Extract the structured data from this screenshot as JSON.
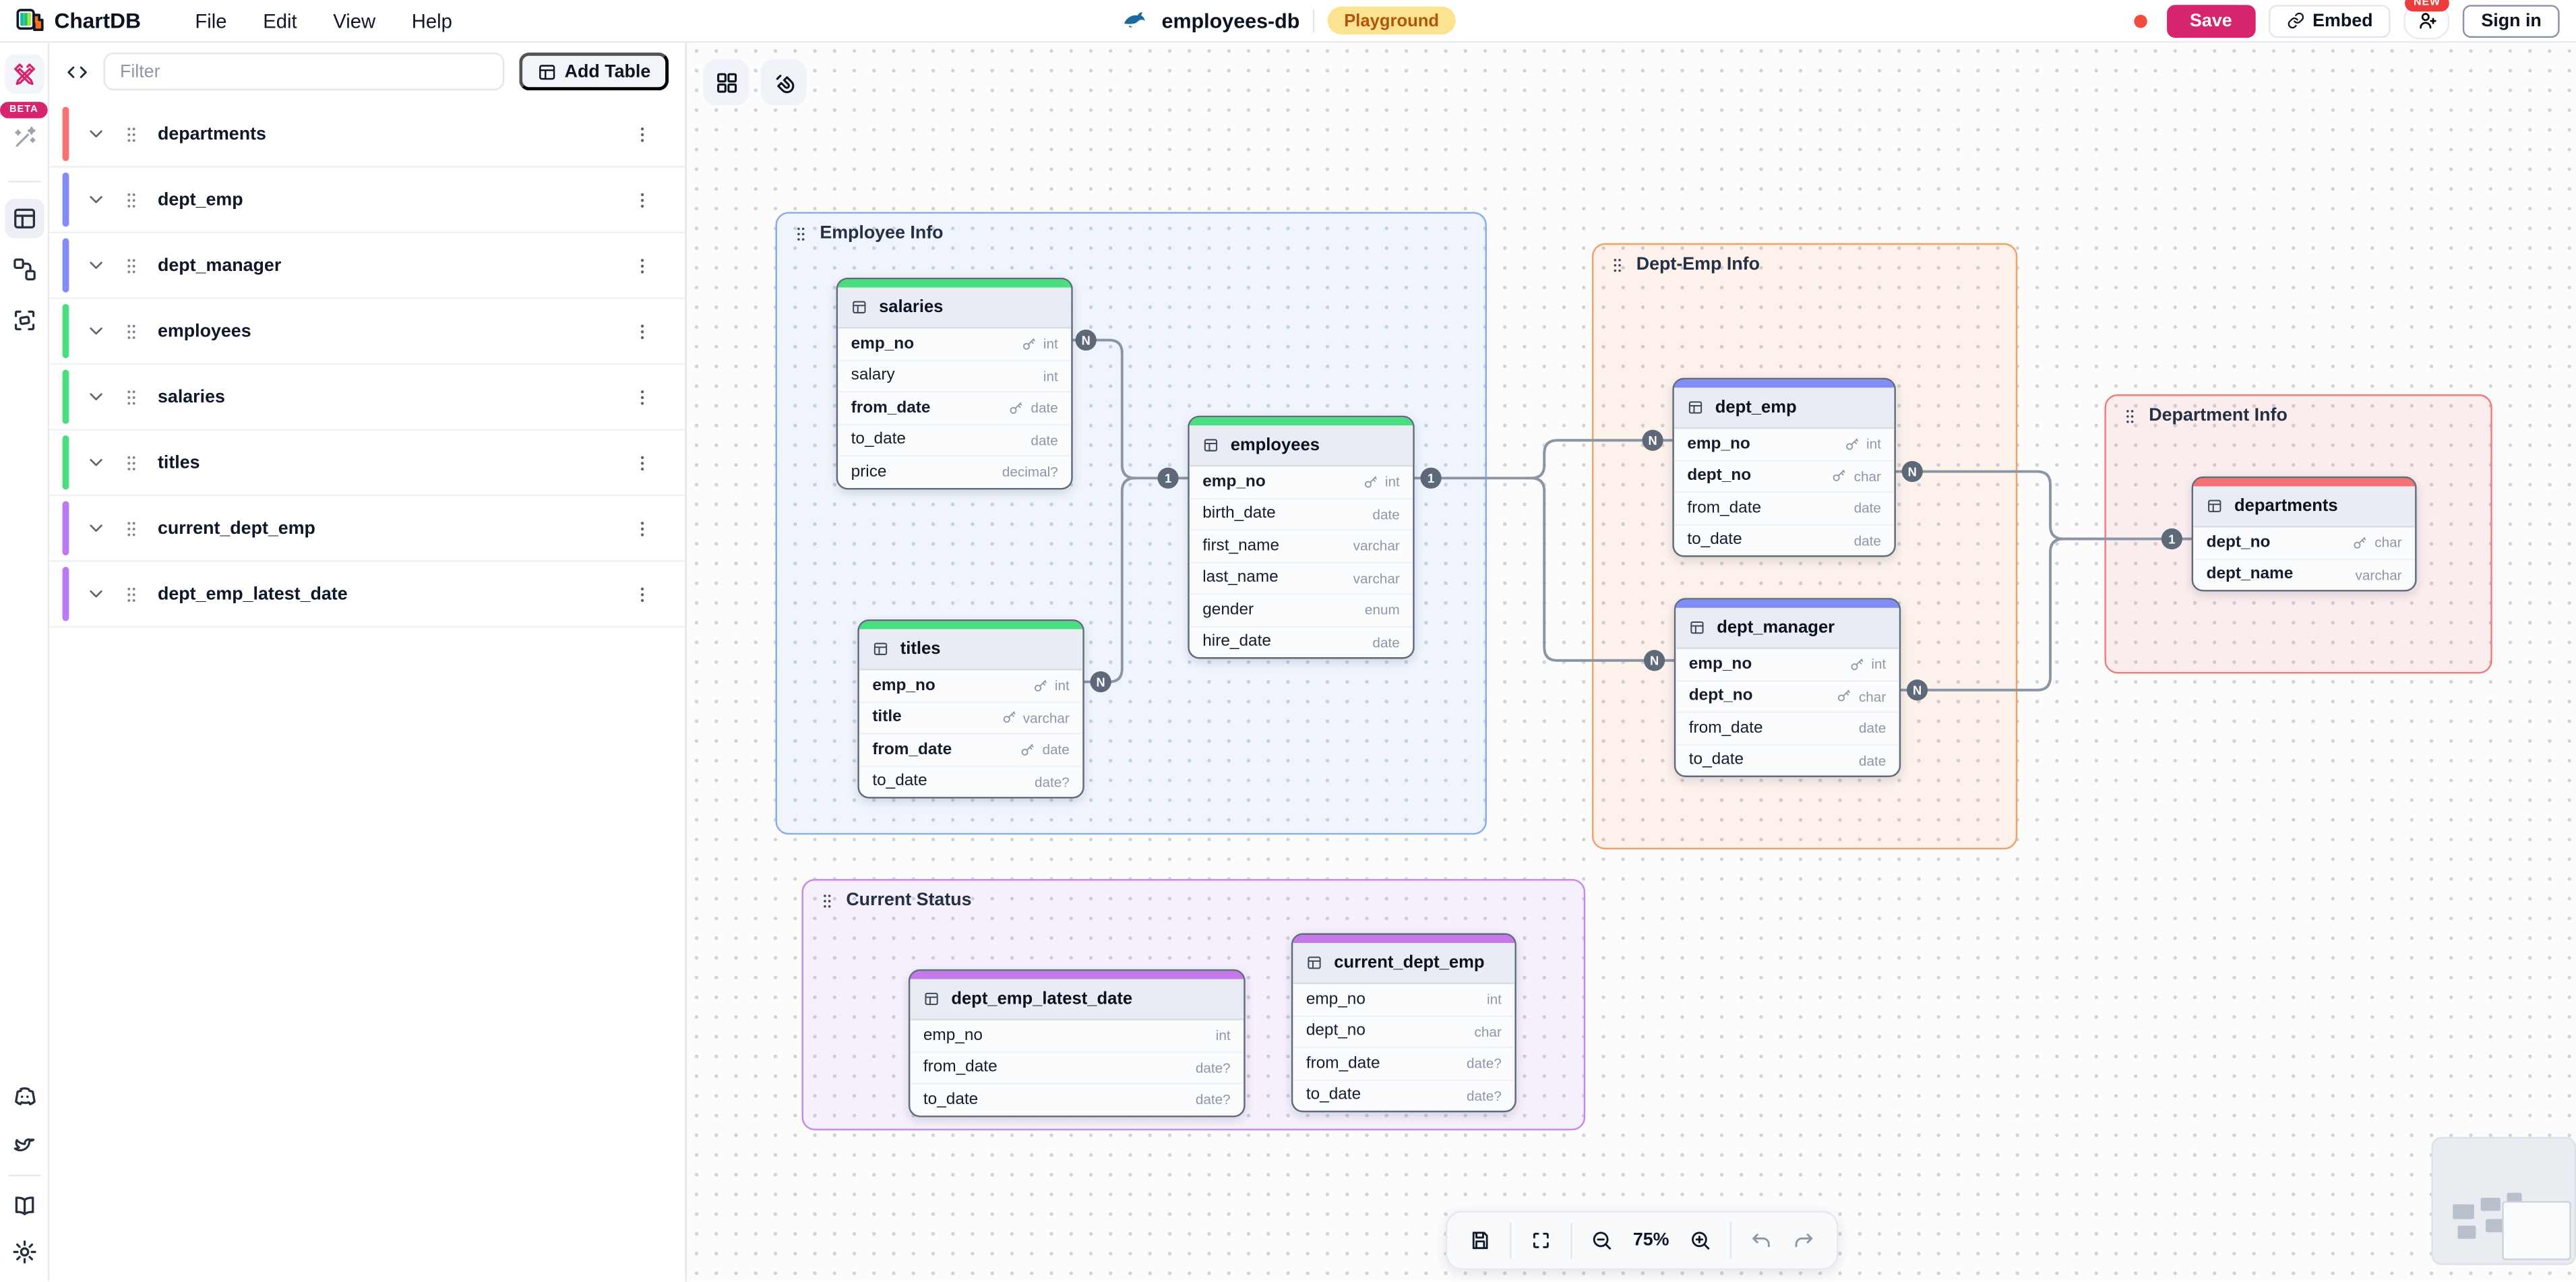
{
  "topbar": {
    "app_name": "ChartDB",
    "menus": [
      "File",
      "Edit",
      "View",
      "Help"
    ],
    "db_name": "employees-db",
    "db_engine": "mysql",
    "env_badge": "Playground",
    "save_label": "Save",
    "embed_label": "Embed",
    "new_badge": "NEW",
    "sign_in_label": "Sign in",
    "save_color": "#d6256e",
    "badge_bg": "#fbe392",
    "badge_text_color": "#b4540a"
  },
  "rail": {
    "beta_label": "BETA",
    "items": [
      "diagram-editor",
      "magic-wand",
      "tables",
      "relationships",
      "areas",
      "discord",
      "twitter",
      "docs",
      "settings"
    ]
  },
  "sidebar": {
    "filter_placeholder": "Filter",
    "add_table_label": "Add Table",
    "items": [
      {
        "label": "departments",
        "color": "#f87171"
      },
      {
        "label": "dept_emp",
        "color": "#818cf8"
      },
      {
        "label": "dept_manager",
        "color": "#818cf8"
      },
      {
        "label": "employees",
        "color": "#4ade80"
      },
      {
        "label": "salaries",
        "color": "#4ade80"
      },
      {
        "label": "titles",
        "color": "#4ade80"
      },
      {
        "label": "current_dept_emp",
        "color": "#bb7af2"
      },
      {
        "label": "dept_emp_latest_date",
        "color": "#bb7af2"
      }
    ]
  },
  "canvas": {
    "groups": [
      {
        "name": "Employee Info",
        "border_color": "#86aaf6"
      },
      {
        "name": "Dept-Emp Info",
        "border_color": "#f49f63"
      },
      {
        "name": "Department Info",
        "border_color": "#f37a7a"
      },
      {
        "name": "Current Status",
        "border_color": "#c786ef"
      }
    ],
    "tables": [
      {
        "name": "salaries",
        "color": "#4ade80",
        "fields": [
          {
            "name": "emp_no",
            "type": "int"
          },
          {
            "name": "salary",
            "type": "int"
          },
          {
            "name": "from_date",
            "type": "date"
          },
          {
            "name": "to_date",
            "type": "date"
          },
          {
            "name": "price",
            "type": "decimal?"
          }
        ]
      },
      {
        "name": "employees",
        "color": "#4ade80",
        "fields": [
          {
            "name": "emp_no",
            "type": "int"
          },
          {
            "name": "birth_date",
            "type": "date"
          },
          {
            "name": "first_name",
            "type": "varchar"
          },
          {
            "name": "last_name",
            "type": "varchar"
          },
          {
            "name": "gender",
            "type": "enum"
          },
          {
            "name": "hire_date",
            "type": "date"
          }
        ]
      },
      {
        "name": "titles",
        "color": "#4ade80",
        "fields": [
          {
            "name": "emp_no",
            "type": "int"
          },
          {
            "name": "title",
            "type": "varchar"
          },
          {
            "name": "from_date",
            "type": "date"
          },
          {
            "name": "to_date",
            "type": "date?"
          }
        ]
      },
      {
        "name": "dept_emp",
        "color": "#818cf8",
        "fields": [
          {
            "name": "emp_no",
            "type": "int"
          },
          {
            "name": "dept_no",
            "type": "char"
          },
          {
            "name": "from_date",
            "type": "date"
          },
          {
            "name": "to_date",
            "type": "date"
          }
        ]
      },
      {
        "name": "dept_manager",
        "color": "#818cf8",
        "fields": [
          {
            "name": "emp_no",
            "type": "int"
          },
          {
            "name": "dept_no",
            "type": "char"
          },
          {
            "name": "from_date",
            "type": "date"
          },
          {
            "name": "to_date",
            "type": "date"
          }
        ]
      },
      {
        "name": "departments",
        "color": "#f87171",
        "fields": [
          {
            "name": "dept_no",
            "type": "char"
          },
          {
            "name": "dept_name",
            "type": "varchar"
          }
        ]
      },
      {
        "name": "dept_emp_latest_date",
        "color": "#c478ea",
        "fields": [
          {
            "name": "emp_no",
            "type": "int"
          },
          {
            "name": "from_date",
            "type": "date?"
          },
          {
            "name": "to_date",
            "type": "date?"
          }
        ]
      },
      {
        "name": "current_dept_emp",
        "color": "#c478ea",
        "fields": [
          {
            "name": "emp_no",
            "type": "int"
          },
          {
            "name": "dept_no",
            "type": "char"
          },
          {
            "name": "from_date",
            "type": "date?"
          },
          {
            "name": "to_date",
            "type": "date?"
          }
        ]
      }
    ],
    "relationships": [
      {
        "cardinality": "N",
        "at": "salaries.emp_no"
      },
      {
        "cardinality": "N",
        "at": "titles.emp_no"
      },
      {
        "cardinality": "1",
        "at": "employees.emp_no-left"
      },
      {
        "cardinality": "1",
        "at": "employees.emp_no-right"
      },
      {
        "cardinality": "N",
        "at": "dept_emp.emp_no"
      },
      {
        "cardinality": "N",
        "at": "dept_manager.emp_no"
      },
      {
        "cardinality": "N",
        "at": "dept_emp.dept_no"
      },
      {
        "cardinality": "N",
        "at": "dept_manager.dept_no"
      },
      {
        "cardinality": "1",
        "at": "departments.dept_no"
      }
    ],
    "toolbar": {
      "zoom_level": "75%"
    }
  }
}
